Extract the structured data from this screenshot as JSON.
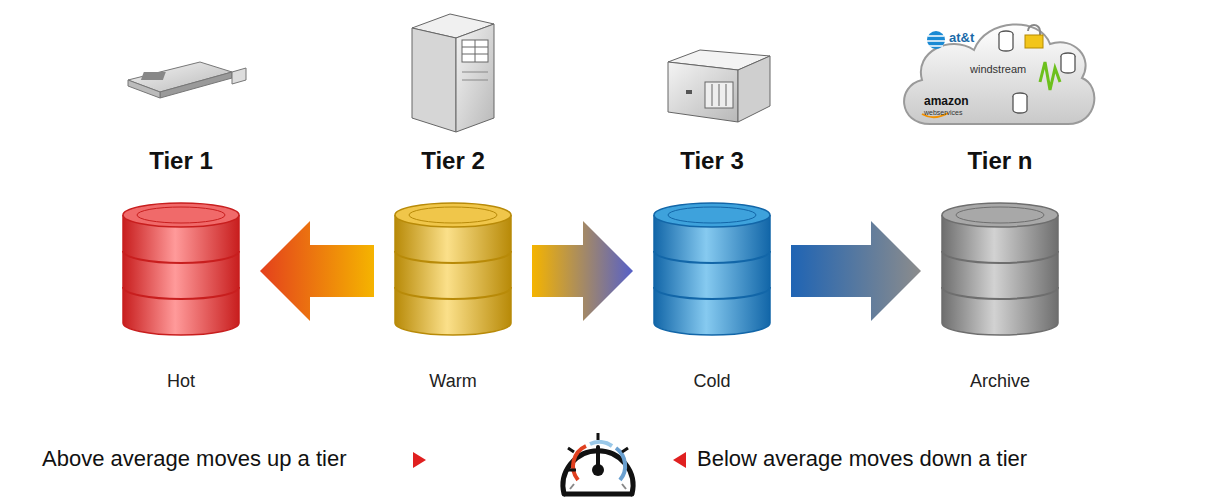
{
  "diagram": {
    "nodes": [
      {
        "text": [
          "Tier 1",
          "Hot"
        ]
      },
      {
        "text": [
          "Tier 2",
          "Warm"
        ]
      },
      {
        "text": [
          "Tier 3",
          "Cold"
        ]
      },
      {
        "text": [
          "Tier n",
          "Archive"
        ]
      }
    ],
    "edges": [
      {
        "from": 1,
        "to": 0,
        "arrow": "to"
      },
      {
        "from": 1,
        "to": 2,
        "arrow": "to"
      },
      {
        "from": 2,
        "to": 3,
        "arrow": "to"
      }
    ],
    "labels": [
      "at&t",
      "windstream",
      "amazon",
      "webservices",
      "Above average moves up a tier",
      "Below average moves down a tier"
    ]
  }
}
